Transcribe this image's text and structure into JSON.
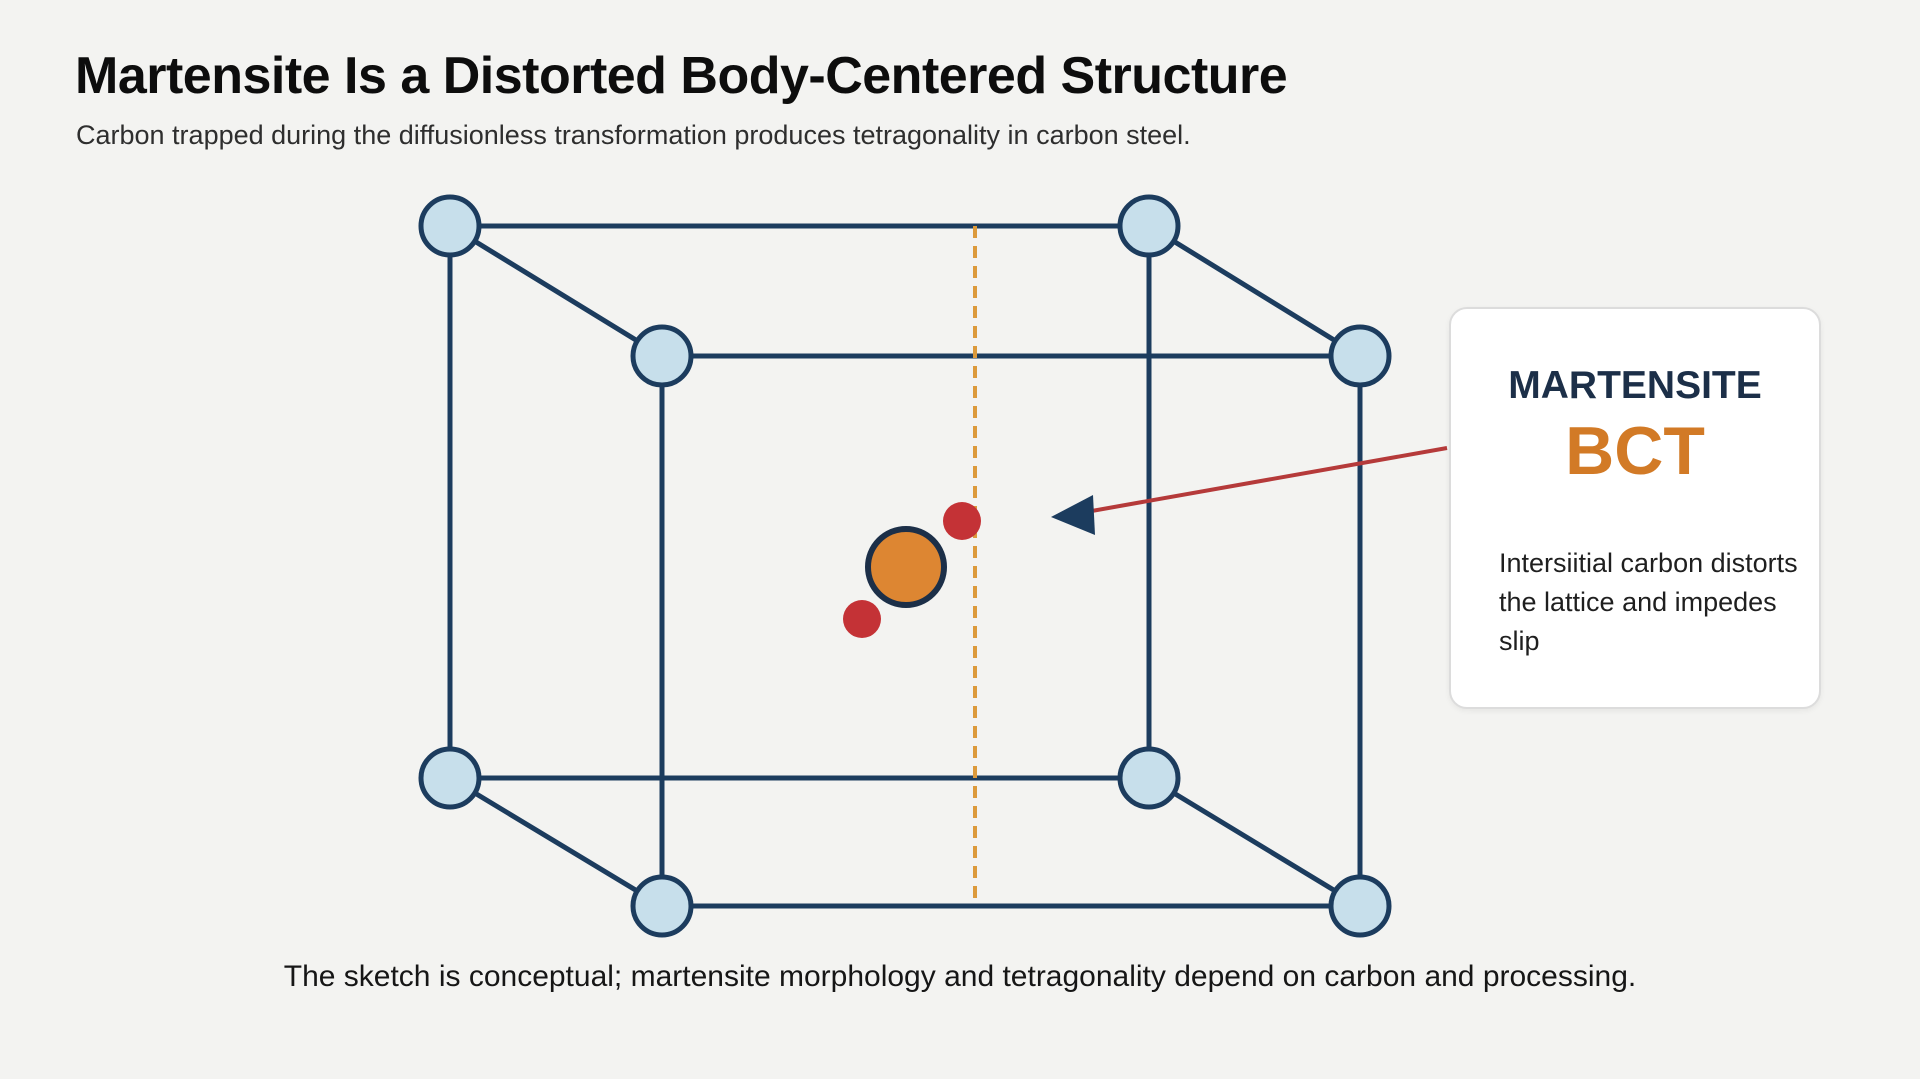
{
  "header": {
    "title": "Martensite Is a Distorted Body-Centered Structure",
    "subtitle": "Carbon trapped during the diffusionless transformation produces tetragonality in carbon steel."
  },
  "callout": {
    "label": "MARTENSITE",
    "acronym": "BCT",
    "note": "Intersiitial carbon distorts the lattice and impedes slip"
  },
  "caption": "The sketch is conceptual; martensite morphology and tetragonality depend on carbon and processing.",
  "colors": {
    "background": "#f3f3f1",
    "lattice_edge": "#1c3c5e",
    "corner_atom_fill": "#c7dfeb",
    "center_atom_fill": "#dd8632",
    "carbon_atom_fill": "#c43236",
    "c_axis_dashed": "#dc9a3c",
    "leader_line": "#b53a3a",
    "acronym": "#d27a26",
    "label": "#1c2f48"
  },
  "icons": {
    "corner_atom": "circle",
    "center_atom": "circle",
    "carbon_atom": "circle",
    "pointer": "arrowhead"
  }
}
